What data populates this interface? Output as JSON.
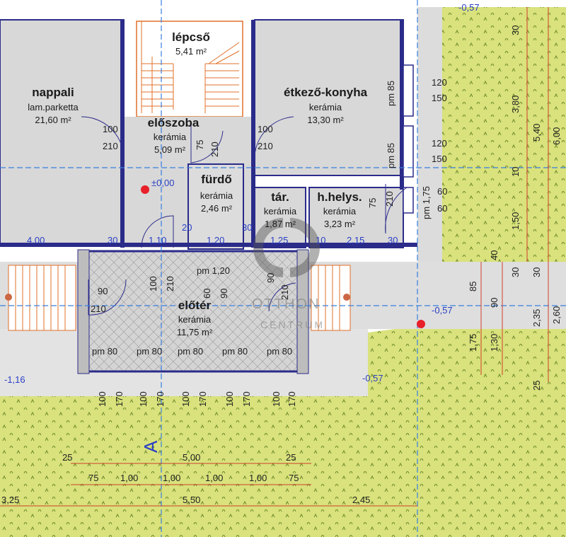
{
  "rooms": {
    "nappali": {
      "name": "nappali",
      "floor": "lam.parketta",
      "area": "21,60 m²"
    },
    "lepcso": {
      "name": "lépcső",
      "area": "5,41 m²"
    },
    "etkezo": {
      "name": "étkező-konyha",
      "floor": "kerámia",
      "area": "13,30 m²"
    },
    "eloszoba": {
      "name": "előszoba",
      "floor": "kerámia",
      "area": "5,09 m²"
    },
    "furdo": {
      "name": "fürdő",
      "floor": "kerámia",
      "area": "2,46 m²"
    },
    "tar": {
      "name": "tár.",
      "floor": "kerámia",
      "area": "1,87 m²"
    },
    "hhelys": {
      "name": "h.helys.",
      "floor": "kerámia",
      "area": "3,23 m²"
    },
    "eloter": {
      "name": "előtér",
      "floor": "kerámia",
      "area": "11,75 m²"
    }
  },
  "levels": {
    "top_right": "-0,57",
    "zero": "±0,00",
    "mid_right": "-0,57",
    "left": "-1,16",
    "bottom": "-0,57"
  },
  "doors": {
    "d1_w": "100",
    "d1_h": "210",
    "d2_w": "100",
    "d2_h": "210",
    "d3_w": "75",
    "d3_h": "210",
    "d4_w": "75",
    "d4_h": "210",
    "d5_w": "90",
    "d5_h": "210",
    "d6_w": "60",
    "d6_h": "90",
    "d7_w": "90",
    "d7_h": "210",
    "d8_w": "100",
    "d8_h": "210"
  },
  "windows": {
    "w1_w": "120",
    "w1_h": "150",
    "w1_pm": "pm 85",
    "w2_w": "120",
    "w2_h": "150",
    "w2_pm": "pm 85",
    "w3_w": "60",
    "w3_h": "60",
    "w3_pm": "pm 1,75",
    "w4_pm": "pm 1,20"
  },
  "dims_row": [
    "4,00",
    "30",
    "1,10",
    "20",
    "1,20",
    "30",
    "1,25",
    "10",
    "2,15",
    "30"
  ],
  "eloter_pm": [
    "pm 80",
    "pm 80",
    "pm 80",
    "pm 80",
    "pm 80"
  ],
  "eloter_vert": [
    "100",
    "170",
    "100",
    "170",
    "100",
    "170",
    "100",
    "170",
    "100",
    "170"
  ],
  "bottom_dims": {
    "row1": [
      "25",
      "5,00",
      "25"
    ],
    "row2": [
      "75",
      "1,00",
      "1,00",
      "1,00",
      "1,00",
      "75"
    ],
    "row3": [
      "3,25",
      "5,50",
      "2,45"
    ]
  },
  "right_dims": [
    "30",
    "3,80",
    "5,40",
    "6,00",
    "10",
    "1,50",
    "40",
    "30",
    "30",
    "85",
    "90",
    "2,35",
    "2,60",
    "1,75",
    "1,30",
    "25"
  ],
  "section_mark": "A",
  "watermark": {
    "line1": "OTTHON",
    "line2": "CENTRUM"
  },
  "colors": {
    "wall": "#2b2b8a",
    "stair": "#e0702a",
    "dimline": "#d0402a",
    "axis": "#3a7fe0",
    "grass": "#d7e07a",
    "grassdot": "#6b8a2a"
  }
}
